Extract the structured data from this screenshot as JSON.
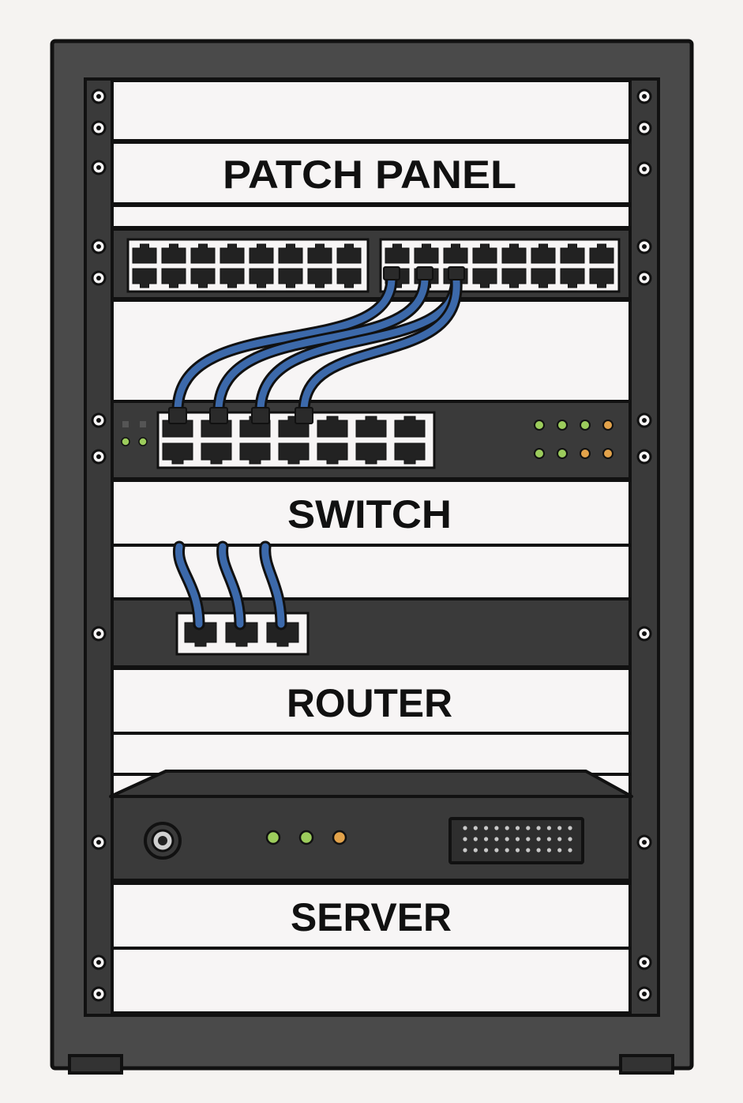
{
  "labels": {
    "patch_panel": "PATCH PANEL",
    "switch": "SWITCH",
    "router": "ROUTER",
    "server": "SERVER"
  },
  "colors": {
    "background": "#f5f3f1",
    "rack_frame": "#4a4a4a",
    "device_body": "#3a3a3a",
    "outline": "#111111",
    "label_strip": "#f7f5f5",
    "cable": "#3c69aa",
    "led_green": "#9ccc5c",
    "led_orange": "#e2a24a"
  },
  "patch_panel": {
    "port_groups": 2,
    "ports_per_row": 8,
    "rows": 2
  },
  "switch": {
    "ports_per_row": 7,
    "rows": 2,
    "left_leds": [
      "off",
      "off",
      "green",
      "green"
    ],
    "status_leds_top": [
      "green",
      "green",
      "green",
      "orange"
    ],
    "status_leds_bottom": [
      "green",
      "green",
      "orange",
      "orange"
    ],
    "uplinks_from_patch_panel": 4
  },
  "router": {
    "ports": 3,
    "connected_ports": 3
  },
  "server": {
    "leds": [
      "green",
      "green",
      "orange"
    ],
    "power_button": "power-button-icon",
    "vent": "vent-grille"
  }
}
